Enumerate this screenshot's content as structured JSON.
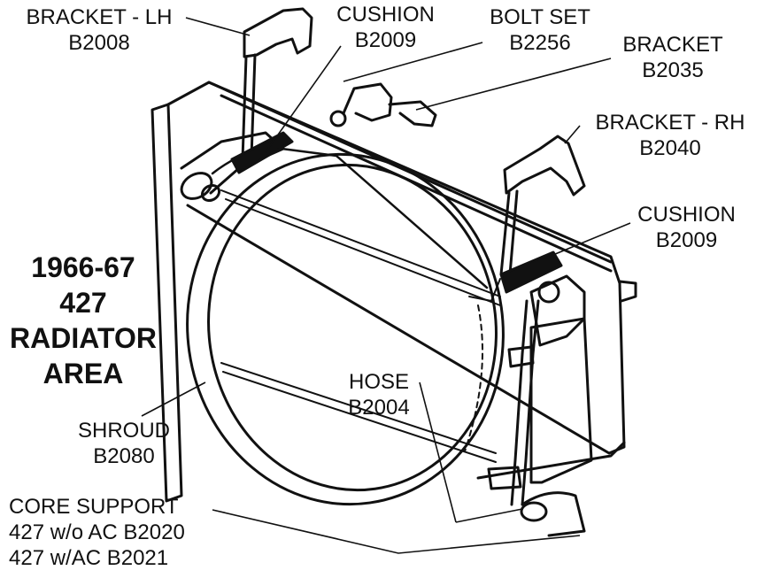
{
  "title": [
    "1966-67",
    "427",
    "RADIATOR",
    "AREA"
  ],
  "labels": {
    "bracket_lh": {
      "name": "BRACKET - LH",
      "part": "B2008"
    },
    "cushion_top": {
      "name": "CUSHION",
      "part": "B2009"
    },
    "bolt_set": {
      "name": "BOLT SET",
      "part": "B2256"
    },
    "bracket": {
      "name": "BRACKET",
      "part": "B2035"
    },
    "bracket_rh": {
      "name": "BRACKET - RH",
      "part": "B2040"
    },
    "cushion_side": {
      "name": "CUSHION",
      "part": "B2009"
    },
    "hose": {
      "name": "HOSE",
      "part": "B2004"
    },
    "shroud": {
      "name": "SHROUD",
      "part": "B2080"
    },
    "core_support": {
      "name": "CORE SUPPORT",
      "line2": "427 w/o AC B2020",
      "line3": "427 w/AC B2021"
    }
  },
  "colors": {
    "ink": "#111111",
    "paper": "#ffffff"
  }
}
